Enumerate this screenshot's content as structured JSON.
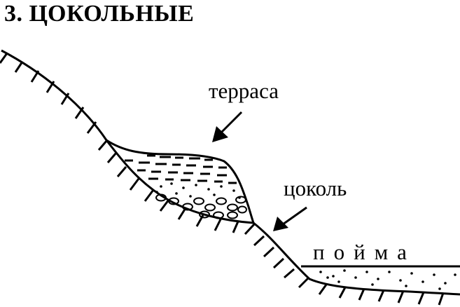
{
  "title": "3. ЦОКОЛЬНЫЕ",
  "labels": {
    "terrace": "терраса",
    "socle": "цоколь",
    "floodplain": "пойма"
  },
  "colors": {
    "ink": "#000000",
    "background": "#ffffff"
  }
}
